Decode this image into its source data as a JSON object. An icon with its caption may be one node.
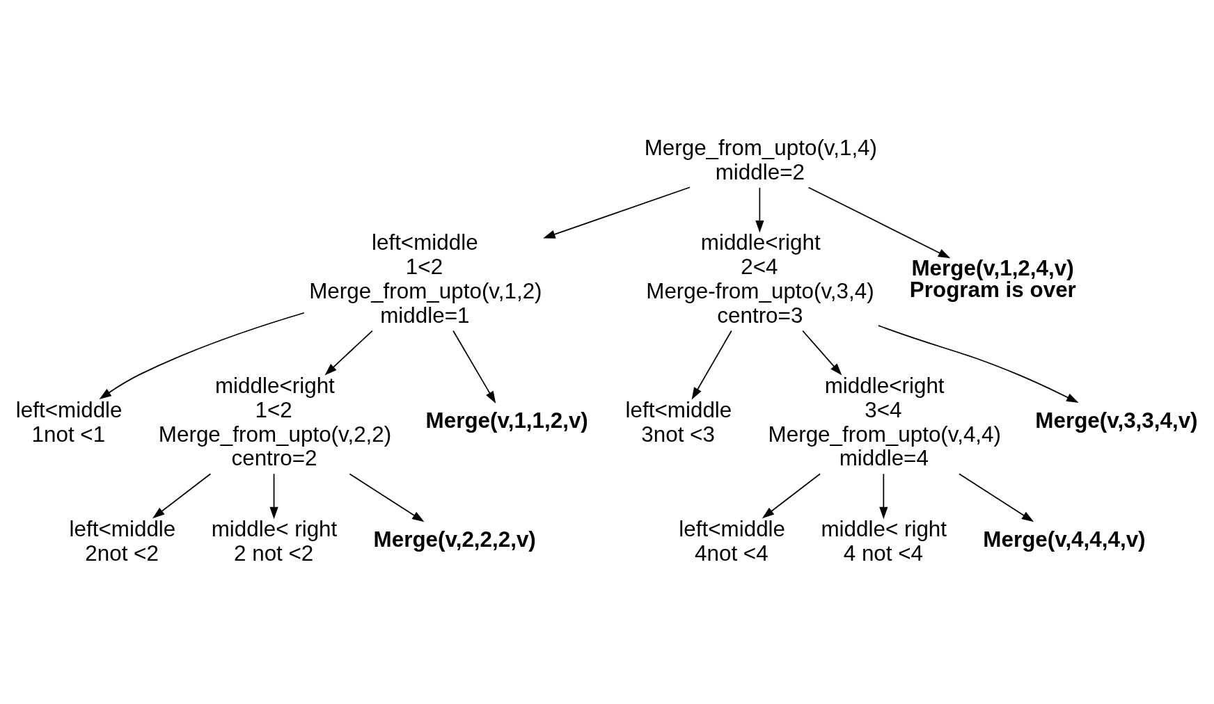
{
  "diagram": {
    "nodes": [
      {
        "text": [
          "Merge_from_upto(v,1,4)",
          "middle=2"
        ]
      },
      {
        "text": [
          "left<middle",
          "1<2",
          "Merge_from_upto(v,1,2)",
          "middle=1"
        ]
      },
      {
        "text": [
          "middle<right",
          "2<4",
          "Merge-from_upto(v,3,4)",
          "centro=3"
        ]
      },
      {
        "text": [
          "Merge(v,1,2,4,v)",
          "Program is over"
        ]
      },
      {
        "text": [
          "left<middle",
          "1not <1"
        ]
      },
      {
        "text": [
          "middle<right",
          "1<2",
          "Merge_from_upto(v,2,2)",
          "centro=2"
        ]
      },
      {
        "text": [
          "Merge(v,1,1,2,v)"
        ]
      },
      {
        "text": [
          "left<middle",
          "2not <2"
        ]
      },
      {
        "text": [
          "middle< right",
          "2 not <2"
        ]
      },
      {
        "text": [
          "Merge(v,2,2,2,v)"
        ]
      },
      {
        "text": [
          "left<middle",
          "3not <3"
        ]
      },
      {
        "text": [
          "middle<right",
          "3<4",
          "Merge_from_upto(v,4,4)",
          "middle=4"
        ]
      },
      {
        "text": [
          "Merge(v,3,3,4,v)"
        ]
      },
      {
        "text": [
          "left<middle",
          "4not <4"
        ]
      },
      {
        "text": [
          "middle< right",
          "4 not <4"
        ]
      },
      {
        "text": [
          "Merge(v,4,4,4,v)"
        ]
      }
    ],
    "edges": [
      {
        "from": 0,
        "to": 1,
        "arrow": "to"
      },
      {
        "from": 0,
        "to": 2,
        "arrow": "to"
      },
      {
        "from": 0,
        "to": 3,
        "arrow": "to"
      },
      {
        "from": 1,
        "to": 4,
        "arrow": "to"
      },
      {
        "from": 1,
        "to": 5,
        "arrow": "to"
      },
      {
        "from": 1,
        "to": 6,
        "arrow": "to"
      },
      {
        "from": 5,
        "to": 7,
        "arrow": "to"
      },
      {
        "from": 5,
        "to": 8,
        "arrow": "to"
      },
      {
        "from": 5,
        "to": 9,
        "arrow": "to"
      },
      {
        "from": 2,
        "to": 10,
        "arrow": "to"
      },
      {
        "from": 2,
        "to": 11,
        "arrow": "to"
      },
      {
        "from": 2,
        "to": 12,
        "arrow": "to"
      },
      {
        "from": 11,
        "to": 13,
        "arrow": "to"
      },
      {
        "from": 11,
        "to": 14,
        "arrow": "to"
      },
      {
        "from": 11,
        "to": 15,
        "arrow": "to"
      }
    ]
  }
}
